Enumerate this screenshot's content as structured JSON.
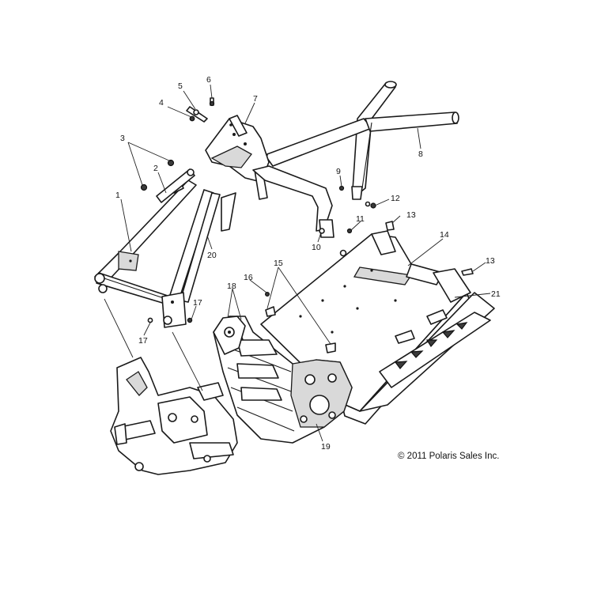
{
  "diagram": {
    "callouts": [
      {
        "id": "c1",
        "label": "1"
      },
      {
        "id": "c2",
        "label": "2"
      },
      {
        "id": "c3",
        "label": "3"
      },
      {
        "id": "c4",
        "label": "4"
      },
      {
        "id": "c5",
        "label": "5"
      },
      {
        "id": "c6",
        "label": "6"
      },
      {
        "id": "c7",
        "label": "7"
      },
      {
        "id": "c8",
        "label": "8"
      },
      {
        "id": "c9",
        "label": "9"
      },
      {
        "id": "c10",
        "label": "10"
      },
      {
        "id": "c11",
        "label": "11"
      },
      {
        "id": "c12",
        "label": "12"
      },
      {
        "id": "c13a",
        "label": "13"
      },
      {
        "id": "c13b",
        "label": "13"
      },
      {
        "id": "c14",
        "label": "14"
      },
      {
        "id": "c15",
        "label": "15"
      },
      {
        "id": "c16",
        "label": "16"
      },
      {
        "id": "c17a",
        "label": "17"
      },
      {
        "id": "c17b",
        "label": "17"
      },
      {
        "id": "c18",
        "label": "18"
      },
      {
        "id": "c19",
        "label": "19"
      },
      {
        "id": "c20",
        "label": "20"
      },
      {
        "id": "c21",
        "label": "21"
      }
    ],
    "copyright": "© 2011 Polaris Sales Inc."
  }
}
